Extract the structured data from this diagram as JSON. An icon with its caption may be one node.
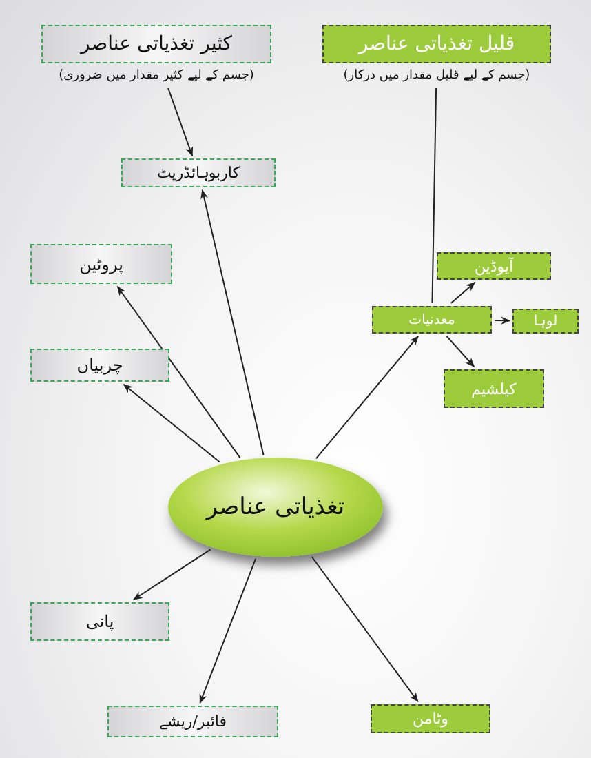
{
  "diagram": {
    "nodes": [
      {
        "text": [
          "کثیر تغذیاتی عناصر"
        ],
        "beside": [
          "(جسم کے لیے کثیر مقدار میں ضروری)"
        ]
      },
      {
        "text": [
          "قلیل تغذیاتی عناصر"
        ],
        "beside": [
          "(جسم کے لیے قلیل مقدار میں درکار)"
        ]
      },
      {
        "text": [
          "کاربوہائڈریٹ"
        ]
      },
      {
        "text": [
          "پروٹین"
        ]
      },
      {
        "text": [
          "چربیاں"
        ]
      },
      {
        "text": [
          "آیوڈین"
        ]
      },
      {
        "text": [
          "معدنیات"
        ]
      },
      {
        "text": [
          "لوہا"
        ]
      },
      {
        "text": [
          "کیلشیم"
        ]
      },
      {
        "text": [
          "تغذیاتی عناصر"
        ]
      },
      {
        "text": [
          "پانی"
        ]
      },
      {
        "text": [
          "فائبر/ریشے"
        ]
      },
      {
        "text": [
          "وٹامن"
        ]
      }
    ],
    "edges": [
      {
        "from": 0,
        "to": 2,
        "arrow": "to"
      },
      {
        "from": 1,
        "to": 6,
        "arrow": "none"
      },
      {
        "from": 9,
        "to": 2,
        "arrow": "to"
      },
      {
        "from": 9,
        "to": 3,
        "arrow": "to"
      },
      {
        "from": 9,
        "to": 4,
        "arrow": "to"
      },
      {
        "from": 9,
        "to": 6,
        "arrow": "to"
      },
      {
        "from": 6,
        "to": 5,
        "arrow": "to"
      },
      {
        "from": 6,
        "to": 7,
        "arrow": "to"
      },
      {
        "from": 6,
        "to": 8,
        "arrow": "to"
      },
      {
        "from": 9,
        "to": 10,
        "arrow": "to"
      },
      {
        "from": 9,
        "to": 11,
        "arrow": "to"
      },
      {
        "from": 9,
        "to": 12,
        "arrow": "to"
      }
    ]
  }
}
